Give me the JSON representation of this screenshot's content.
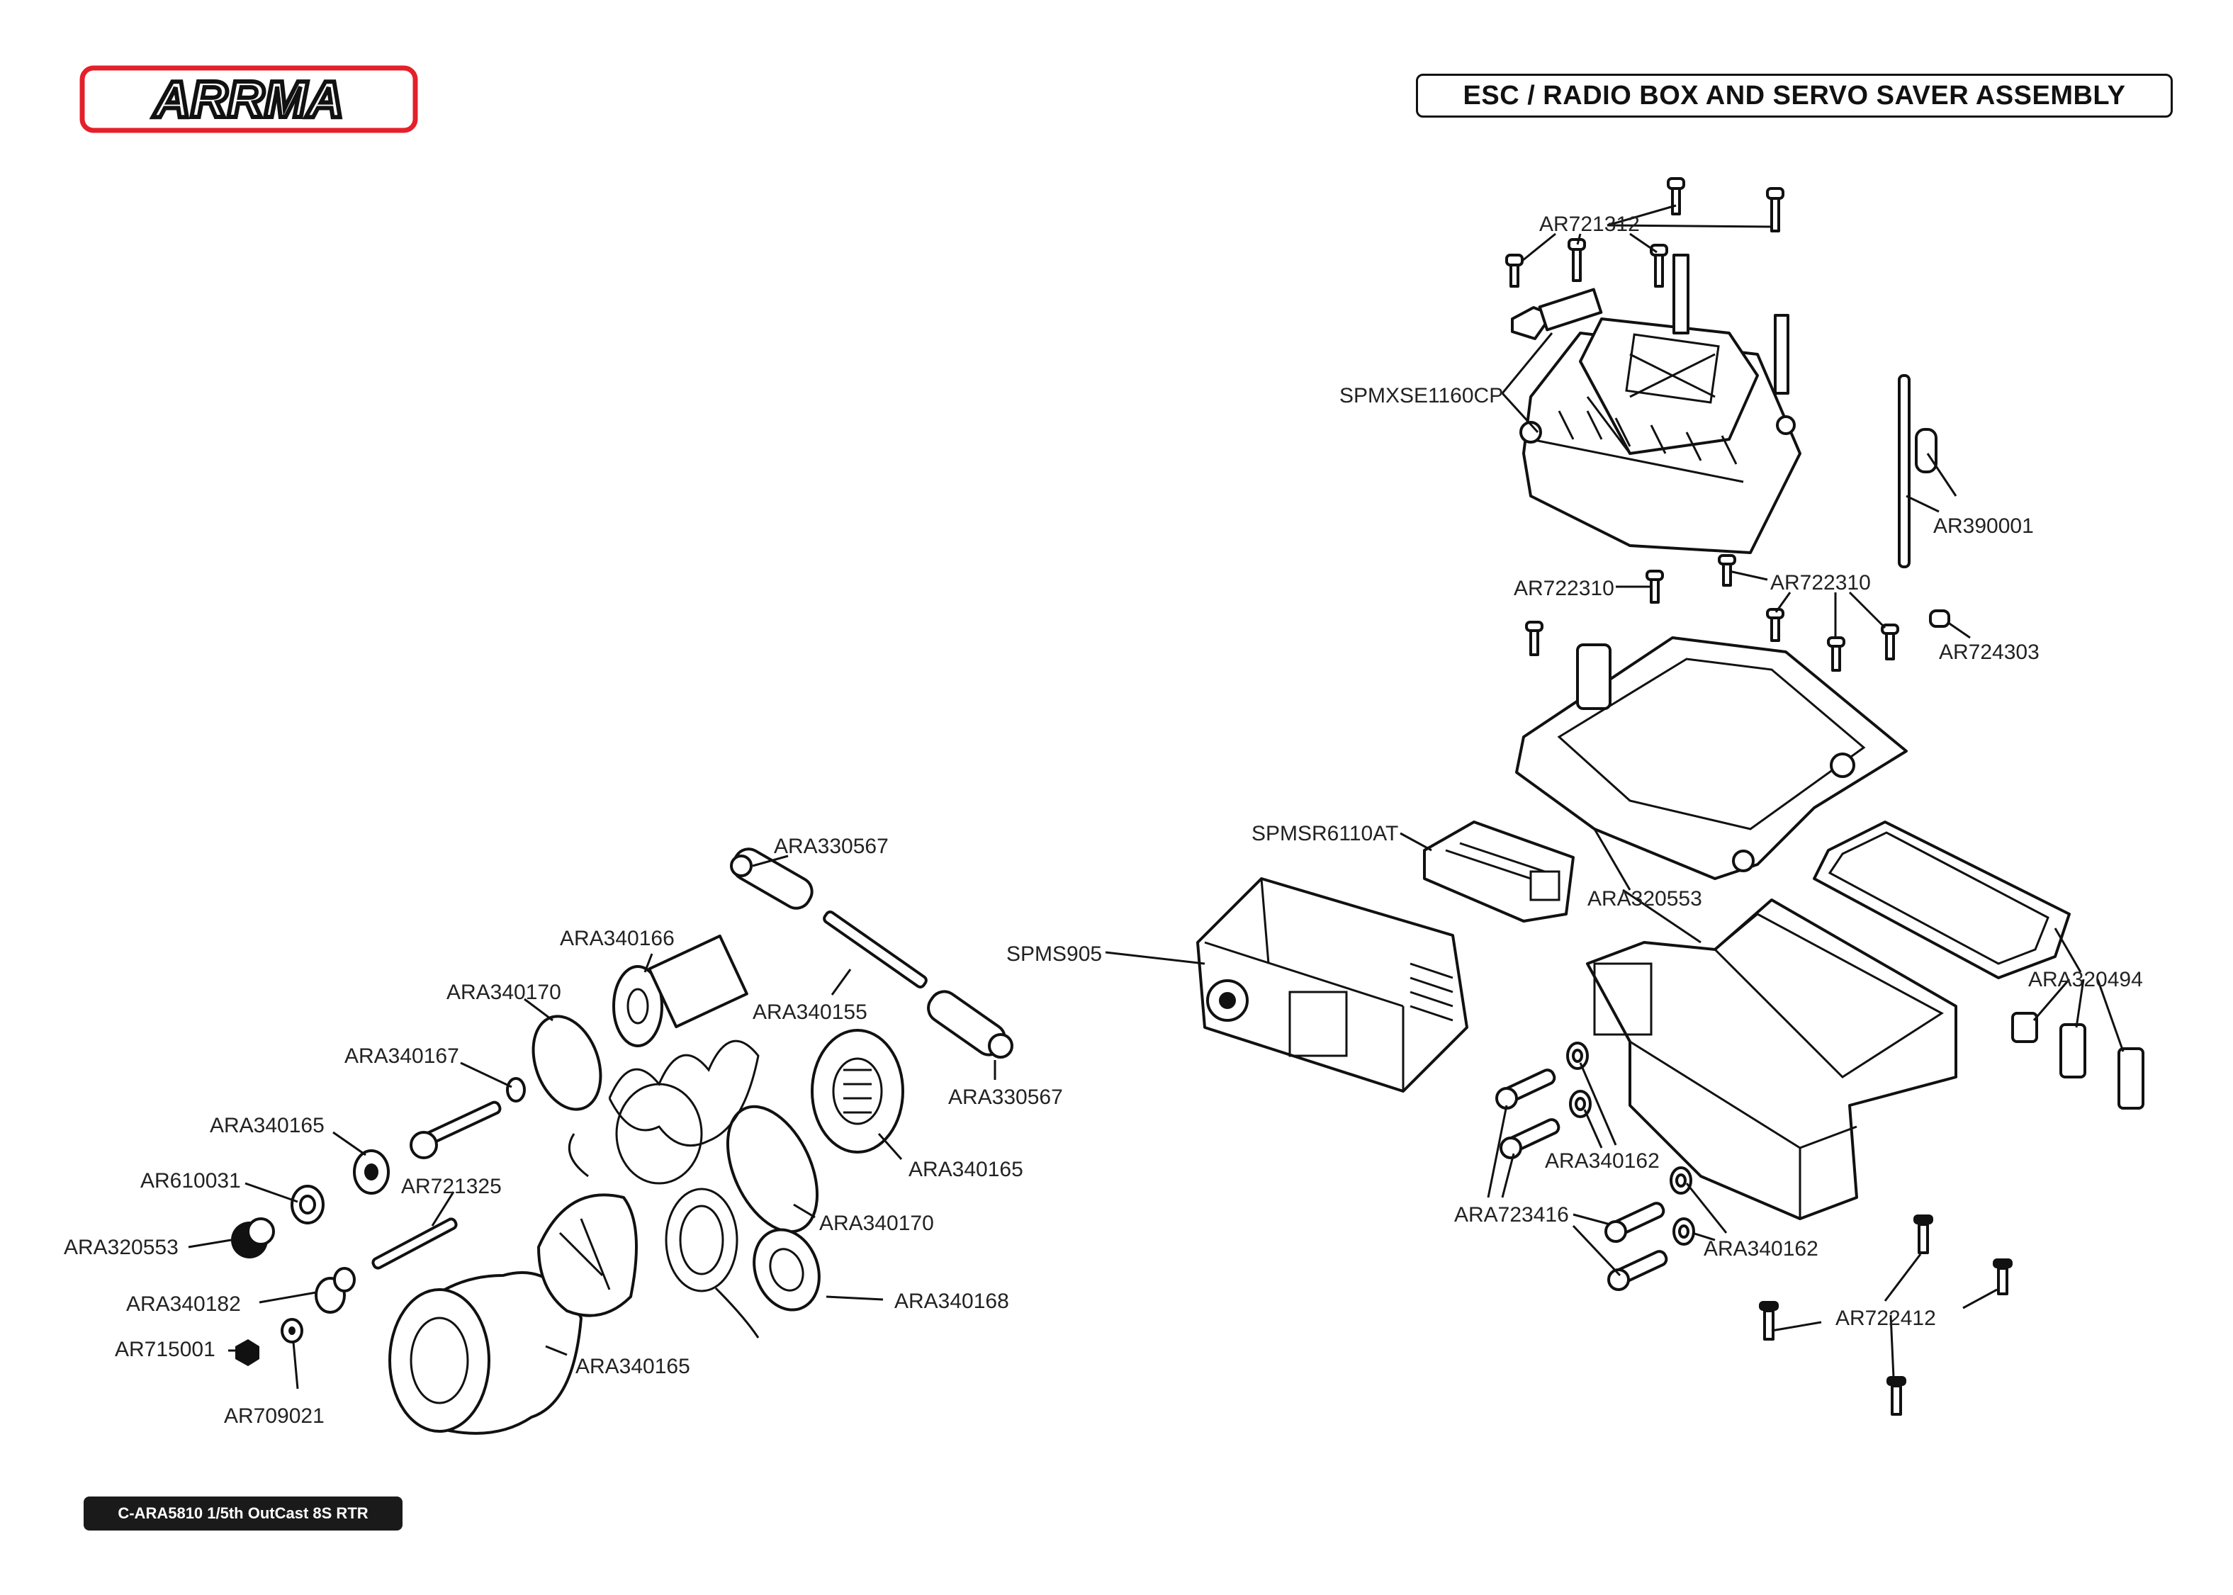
{
  "header": {
    "brand": "ARRMA",
    "title": "ESC / RADIO BOX AND SERVO SAVER ASSEMBLY"
  },
  "footer": {
    "model": "C-ARA5810 1/5th OutCast 8S RTR"
  },
  "colors": {
    "brand_red": "#e4202a",
    "line": "#111111"
  },
  "labels": [
    "AR721312",
    "SPMXSE1160CP",
    "AR390001",
    "AR722310",
    "AR722310",
    "AR724303",
    "SPMSR6110AT",
    "ARA320553",
    "SPMS905",
    "ARA320494",
    "ARA340162",
    "ARA723416",
    "ARA340162",
    "AR722412",
    "ARA330567",
    "ARA340166",
    "ARA340170",
    "ARA340155",
    "ARA340167",
    "ARA330567",
    "ARA340165",
    "ARA340165",
    "AR610031",
    "AR721325",
    "ARA340170",
    "ARA320553",
    "ARA340182",
    "ARA340168",
    "AR715001",
    "ARA340165",
    "AR709021"
  ]
}
